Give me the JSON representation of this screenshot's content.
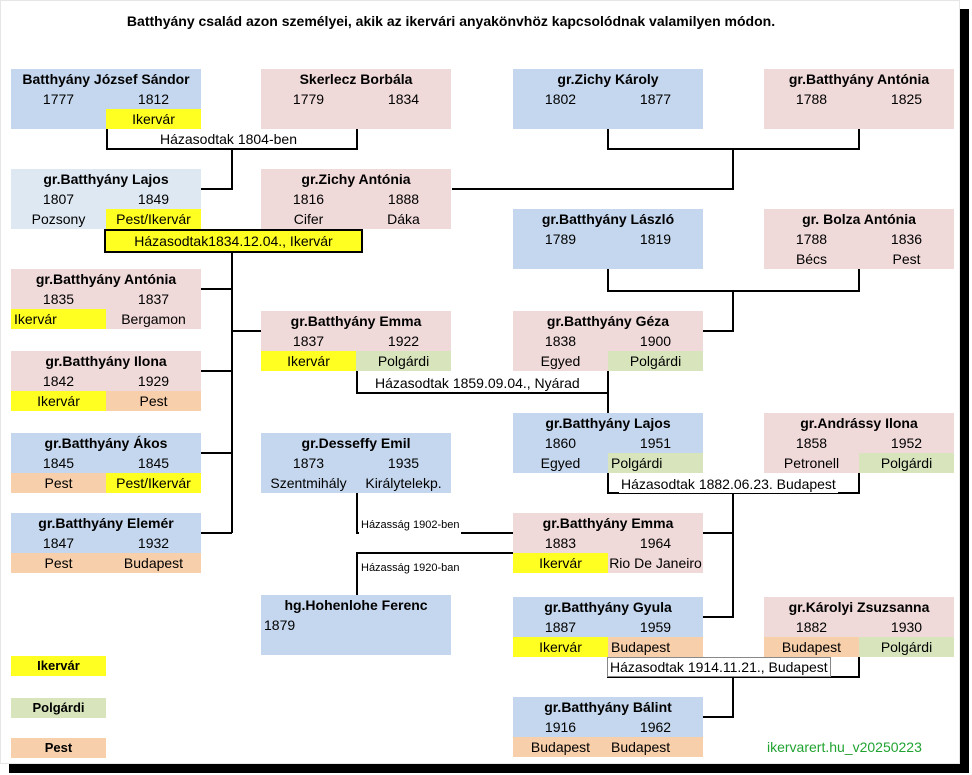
{
  "title": "Batthyány család azon személyei, akik az ikervári anyakönvhöz kapcsolódnak valamilyen módon.",
  "people": {
    "jozsef_sandor": {
      "name": "Batthyány József Sándor",
      "birth": "1777",
      "death": "1812",
      "place_birth": "",
      "place_death": "Ikervár"
    },
    "skerlecz_borbala": {
      "name": "Skerlecz Borbála",
      "birth": "1779",
      "death": "1834",
      "place_birth": "",
      "place_death": ""
    },
    "zichy_karoly": {
      "name": "gr.Zichy Károly",
      "birth": "1802",
      "death": "1877",
      "place_birth": "",
      "place_death": ""
    },
    "antonia_1788": {
      "name": "gr.Batthyány Antónia",
      "birth": "1788",
      "death": "1825",
      "place_birth": "",
      "place_death": ""
    },
    "lajos_1807": {
      "name": "gr.Batthyány Lajos",
      "birth": "1807",
      "death": "1849",
      "place_birth": "Pozsony",
      "place_death": "Pest/Ikervár"
    },
    "zichy_antonia": {
      "name": "gr.Zichy Antónia",
      "birth": "1816",
      "death": "1888",
      "place_birth": "Cifer",
      "place_death": "Dáka"
    },
    "laszlo": {
      "name": "gr.Batthyány László",
      "birth": "1789",
      "death": "1819",
      "place_birth": "",
      "place_death": ""
    },
    "bolza_antonia": {
      "name": "gr. Bolza Antónia",
      "birth": "1788",
      "death": "1836",
      "place_birth": "Bécs",
      "place_death": "Pest"
    },
    "antonia_1835": {
      "name": "gr.Batthyány Antónia",
      "birth": "1835",
      "death": "1837",
      "place_birth": "Ikervár",
      "place_death": "Bergamon"
    },
    "emma_1837": {
      "name": "gr.Batthyány Emma",
      "birth": "1837",
      "death": "1922",
      "place_birth": "Ikervár",
      "place_death": "Polgárdi"
    },
    "geza": {
      "name": "gr.Batthyány Géza",
      "birth": "1838",
      "death": "1900",
      "place_birth": "Egyed",
      "place_death": "Polgárdi"
    },
    "ilona": {
      "name": "gr.Batthyány Ilona",
      "birth": "1842",
      "death": "1929",
      "place_birth": "Ikervár",
      "place_death": "Pest"
    },
    "akos": {
      "name": "gr.Batthyány Ákos",
      "birth": "1845",
      "death": "1845",
      "place_birth": "Pest",
      "place_death": "Pest/Ikervár"
    },
    "desseffy_emil": {
      "name": "gr.Desseffy Emil",
      "birth": "1873",
      "death": "1935",
      "place_birth": "Szentmihály",
      "place_death": "Királytelekp."
    },
    "lajos_1860": {
      "name": "gr.Batthyány Lajos",
      "birth": "1860",
      "death": "1951",
      "place_birth": "Egyed",
      "place_death": "Polgárdi"
    },
    "andrassy_ilona": {
      "name": "gr.Andrássy Ilona",
      "birth": "1858",
      "death": "1952",
      "place_birth": "Petronell",
      "place_death": "Polgárdi"
    },
    "elemer": {
      "name": "gr.Batthyány Elemér",
      "birth": "1847",
      "death": "1932",
      "place_birth": "Pest",
      "place_death": "Budapest"
    },
    "emma_1883": {
      "name": "gr.Batthyány Emma",
      "birth": "1883",
      "death": "1964",
      "place_birth": "Ikervár",
      "place_death": "Rio De Janeiro"
    },
    "hohenlohe": {
      "name": "hg.Hohenlohe Ferenc",
      "birth": "1879",
      "death": "",
      "place_birth": "",
      "place_death": ""
    },
    "gyula": {
      "name": "gr.Batthyány Gyula",
      "birth": "1887",
      "death": "1959",
      "place_birth": "Ikervár",
      "place_death": "Budapest"
    },
    "karolyi_zsuzsanna": {
      "name": "gr.Károlyi Zsuzsanna",
      "birth": "1882",
      "death": "1930",
      "place_birth": "Budapest",
      "place_death": "Polgárdi"
    },
    "balint": {
      "name": "gr.Batthyány Bálint",
      "birth": "1916",
      "death": "1962",
      "place_birth": "Budapest",
      "place_death": "Budapest"
    }
  },
  "marriages": {
    "m1804": "Házasodtak 1804-ben",
    "m1834": "Házasodtak1834.12.04., Ikervár",
    "m1859": "Házasodtak 1859.09.04., Nyárad",
    "m1882": "Házasodtak 1882.06.23. Budapest",
    "m1902": "Házasság 1902-ben",
    "m1920": "Házasság 1920-ban",
    "m1914": "Házasodtak 1914.11.21., Budapest"
  },
  "legend": [
    {
      "label": "Ikervár",
      "color": "#ffff22"
    },
    {
      "label": "Polgárdi",
      "color": "#d7e4bc"
    },
    {
      "label": "Pest",
      "color": "#f7cfab"
    }
  ],
  "credit": "ikervarert.hu_v20250223",
  "colors": {
    "male": "#c5d7ee",
    "female": "#f0d9d9",
    "ikervar": "#ffff22",
    "polgardi": "#d7e4bc",
    "pest": "#f7cfab",
    "credit": "#21a331"
  }
}
